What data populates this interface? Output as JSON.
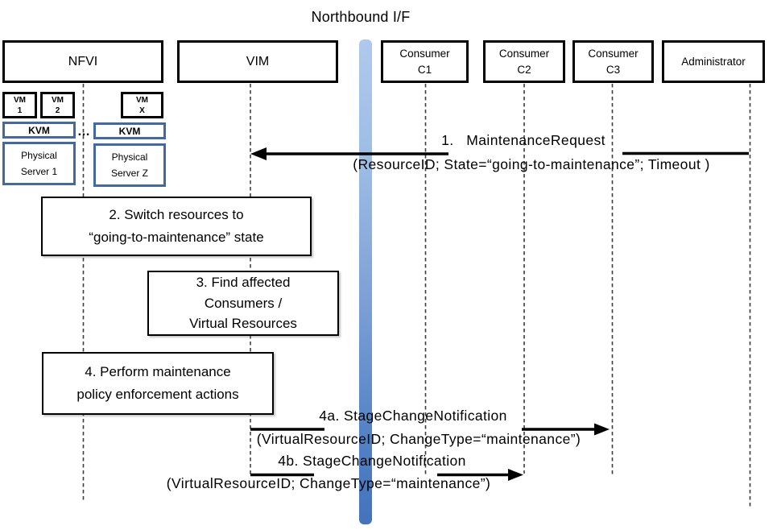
{
  "diagram_title": "Northbound I/F",
  "actors": {
    "nfvi": {
      "label": "NFVI"
    },
    "vim": {
      "label": "VIM"
    },
    "c1": {
      "line1": "Consumer",
      "line2": "C1"
    },
    "c2": {
      "line1": "Consumer",
      "line2": "C2"
    },
    "c3": {
      "line1": "Consumer",
      "line2": "C3"
    },
    "admin": {
      "label": "Administrator"
    }
  },
  "nfvi_internal": {
    "vm1": {
      "line1": "VM",
      "line2": "1"
    },
    "vm2": {
      "line1": "VM",
      "line2": "2"
    },
    "vmx": {
      "line1": "VM",
      "line2": "X"
    },
    "kvm1": {
      "label": "KVM"
    },
    "kvm2": {
      "label": "KVM"
    },
    "ellipsis": "…",
    "server1": {
      "line1": "Physical",
      "line2": "Server 1"
    },
    "serverz": {
      "line1": "Physical",
      "line2": "Server Z"
    }
  },
  "process_boxes": {
    "box2": {
      "line1": "2. Switch resources to",
      "line2": "“going-to-maintenance” state"
    },
    "box3": {
      "line1": "3. Find affected",
      "line2": "Consumers /",
      "line3": "Virtual Resources"
    },
    "box4": {
      "line1": "4. Perform maintenance",
      "line2": "policy enforcement actions"
    }
  },
  "messages": {
    "m1": {
      "title": "1.   MaintenanceRequest",
      "params": "(ResourceID; State=“going-to-maintenance”; Timeout )"
    },
    "m4a": {
      "title": "4a. StageChangeNotification",
      "params": "(VirtualResourceID; ChangeType=“maintenance”)"
    },
    "m4b": {
      "title": "4b. StageChangeNotification",
      "params": "(VirtualResourceID; ChangeType=“maintenance”)"
    }
  },
  "colors": {
    "box_border_black": "#000000",
    "accent_blue_border": "#44699e",
    "bar_gradient_top": "#aec9ec",
    "bar_gradient_bottom": "#4373bb",
    "lifeline_gray": "#3d3d3d"
  }
}
